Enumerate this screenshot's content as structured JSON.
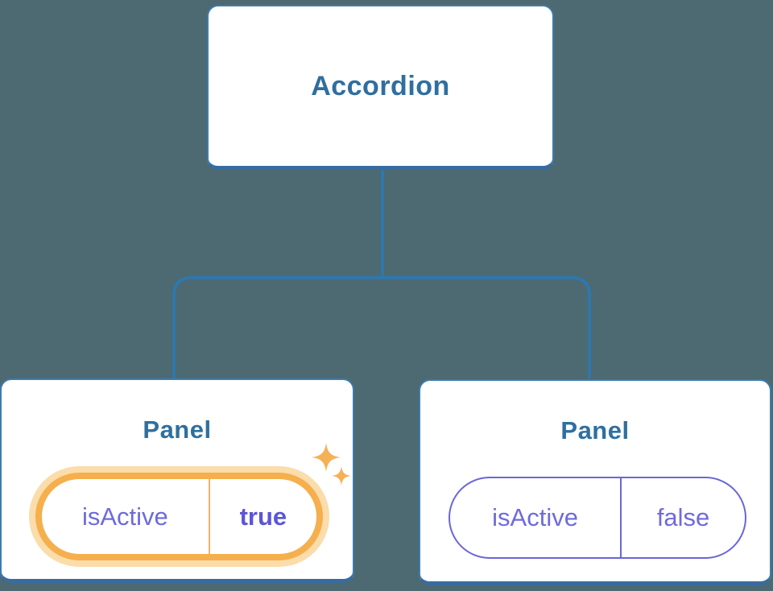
{
  "diagram": {
    "root": {
      "label": "Accordion"
    },
    "panels": [
      {
        "title": "Panel",
        "state": {
          "key": "isActive",
          "value": "true"
        },
        "active": true
      },
      {
        "title": "Panel",
        "state": {
          "key": "isActive",
          "value": "false"
        },
        "active": false
      }
    ]
  },
  "icons": {
    "sparkle": "sparkle-icon"
  },
  "colors": {
    "bg": "#4D6972",
    "line": "#2E78AC",
    "box_border": "#3D7CAE",
    "box_border_bottom": "#376CA0",
    "node_bg": "#FFFFFF",
    "blue_text": "#2F6F9F",
    "purple": "#6E6ADE",
    "purple_bold": "#5B55D8",
    "purple_border": "#6A66D9",
    "orange": "#F5AF4D",
    "orange_glow": "#FBDCAB",
    "orange_divider": "#F3B269",
    "sparkle": "#F5B156"
  }
}
